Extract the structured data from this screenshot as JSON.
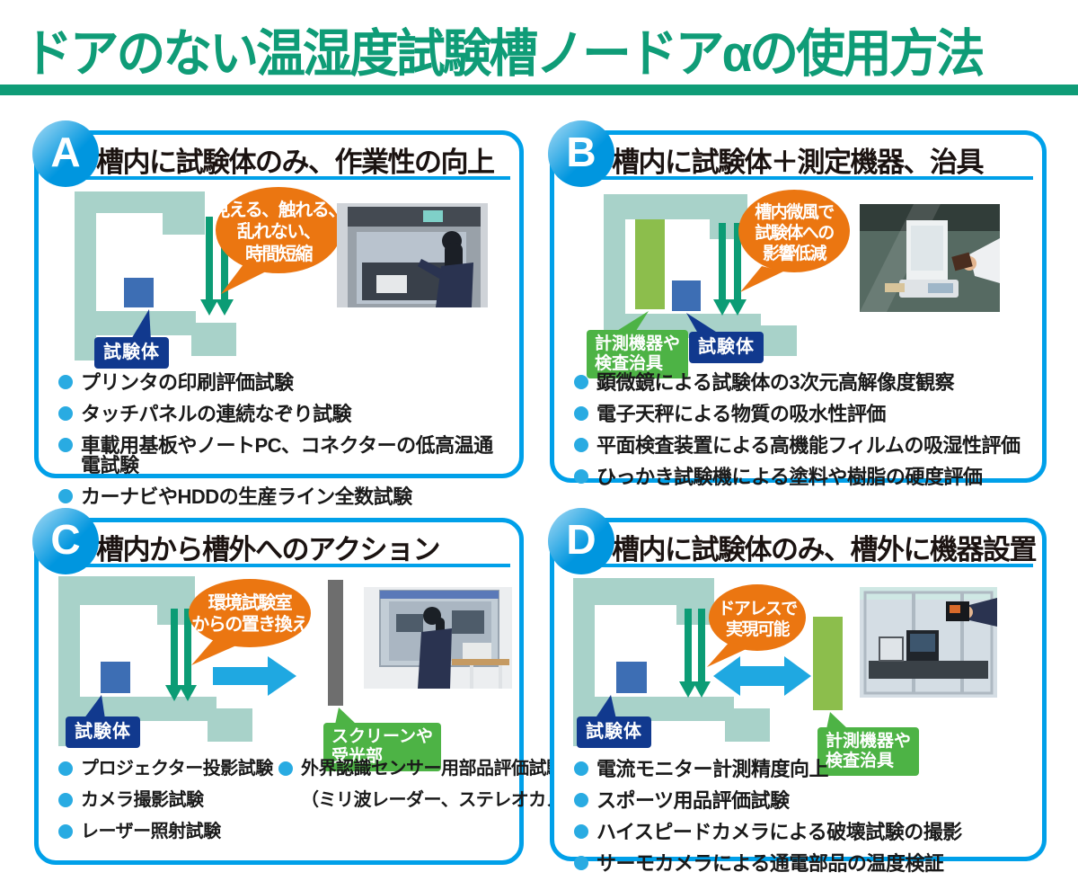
{
  "page": {
    "title": "ドアのない温湿度試験槽ノードアαの使用方法"
  },
  "colors": {
    "title_green": "#0F9C77",
    "panel_border_blue": "#00A0E9",
    "badge_blue": "#0096DF",
    "bullet_blue": "#29ABE2",
    "chamber_teal": "#A8D2C9",
    "airflow_arrow_green": "#0C9C75",
    "bubble_orange": "#EB7611",
    "specimen_blue": "#3D6EB4",
    "label_navy": "#11398E",
    "label_green": "#4DB345",
    "equipment_green": "#8CBE4C",
    "big_arrow_blue": "#1FA8E1",
    "screen_gray": "#6E6E6E"
  },
  "panels": [
    {
      "badge": "A",
      "title": "槽内に試験体のみ、作業性の向上",
      "bubble_lines": [
        "見える、触れる、",
        "乱れない、",
        "時間短縮"
      ],
      "labels": {
        "specimen": "試験体"
      },
      "bullets": [
        "プリンタの印刷評価試験",
        "タッチパネルの連続なぞり試験",
        "車載用基板やノートPC、コネクターの低高温通電試験",
        "カーナビやHDDの生産ライン全数試験"
      ]
    },
    {
      "badge": "B",
      "title": "槽内に試験体＋測定機器、治具",
      "bubble_lines": [
        "槽内微風で",
        "試験体への",
        "影響低減"
      ],
      "labels": {
        "equipment_line1": "計測機器や",
        "equipment_line2": "検査治具",
        "specimen": "試験体"
      },
      "bullets": [
        "顕微鏡による試験体の3次元高解像度観察",
        "電子天秤による物質の吸水性評価",
        "平面検査装置による高機能フィルムの吸湿性評価",
        "ひっかき試験機による塗料や樹脂の硬度評価"
      ]
    },
    {
      "badge": "C",
      "title": "槽内から槽外へのアクション",
      "bubble_lines": [
        "環境試験室",
        "からの置き換え"
      ],
      "labels": {
        "specimen": "試験体",
        "screen_line1": "スクリーンや",
        "screen_line2": "受光部"
      },
      "bullets_left": [
        "プロジェクター投影試験",
        "カメラ撮影試験",
        "レーザー照射試験"
      ],
      "bullets_right": [
        "外界認識センサー用部品評価試験",
        "（ミリ波レーダー、ステレオカメラ）"
      ]
    },
    {
      "badge": "D",
      "title": "槽内に試験体のみ、槽外に機器設置",
      "bubble_lines": [
        "ドアレスで",
        "実現可能"
      ],
      "labels": {
        "specimen": "試験体",
        "equipment_line1": "計測機器や",
        "equipment_line2": "検査治具"
      },
      "bullets": [
        "電流モニター計測精度向上",
        "スポーツ用品評価試験",
        "ハイスピードカメラによる破壊試験の撮影",
        "サーモカメラによる通電部品の温度検証"
      ]
    }
  ]
}
